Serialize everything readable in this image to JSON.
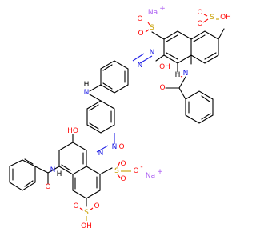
{
  "labels": {
    "na_top": "Na",
    "na_top_charge": "+",
    "na_mid": "Na",
    "na_mid_charge": "+",
    "o": "O",
    "s": "S",
    "oh": "OH",
    "ho": "HO",
    "h": "H",
    "n": "N",
    "minus": "-",
    "o_minus": "O"
  },
  "colors": {
    "oxygen": "#ff0d0d",
    "nitrogen": "#2020e6",
    "sulfur": "#c8a000",
    "sodium": "#ab5cf2",
    "carbon": "#000000"
  }
}
